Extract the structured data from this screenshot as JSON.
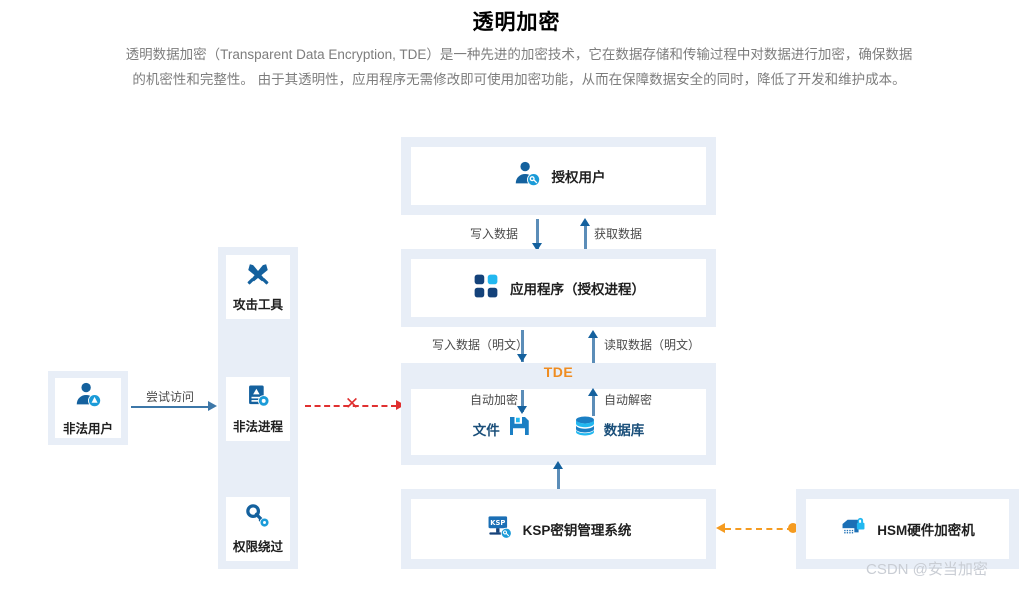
{
  "header": {
    "title": "透明加密",
    "description": "透明数据加密（Transparent Data Encryption, TDE）是一种先进的加密技术，它在数据存储和传输过程中对数据进行加密，确保数据的机密性和完整性。 由于其透明性，应用程序无需修改即可使用加密功能，从而在保障数据安全的同时，降低了开发和维护成本。"
  },
  "diagram": {
    "illegal_user": {
      "label": "非法用户",
      "icon": "user-warning-icon"
    },
    "access_attempt_label": "尝试访问",
    "attack_column": {
      "items": [
        {
          "label": "攻击工具",
          "icon": "crossed-swords-icon"
        },
        {
          "label": "非法进程",
          "icon": "document-warning-icon"
        },
        {
          "label": "权限绕过",
          "icon": "key-gear-icon"
        }
      ]
    },
    "blocked_marker": "✕",
    "authorized_user": {
      "label": "授权用户",
      "icon": "user-key-icon"
    },
    "application": {
      "label": "应用程序（授权进程）",
      "icon": "app-squares-icon"
    },
    "tde": {
      "title": "TDE",
      "encrypt_label": "自动加密",
      "decrypt_label": "自动解密",
      "file": {
        "label": "文件",
        "icon": "floppy-disk-icon"
      },
      "database": {
        "label": "数据库",
        "icon": "database-icon"
      }
    },
    "ksp": {
      "label": "KSP密钥管理系统",
      "icon": "ksp-monitor-key-icon"
    },
    "hsm": {
      "label": "HSM硬件加密机",
      "icon": "hsm-lock-icon"
    },
    "connectors": {
      "write_data": "写入数据",
      "fetch_data": "获取数据",
      "write_data_plain": "写入数据（明文）",
      "read_data_plain": "读取数据（明文）"
    }
  },
  "watermark": "CSDN @安当加密",
  "colors": {
    "frame": "#e8eef7",
    "accent_orange": "#ef8c20",
    "accent_blue": "#14619e",
    "blocked_red": "#e03030",
    "link_orange": "#f59b20"
  }
}
